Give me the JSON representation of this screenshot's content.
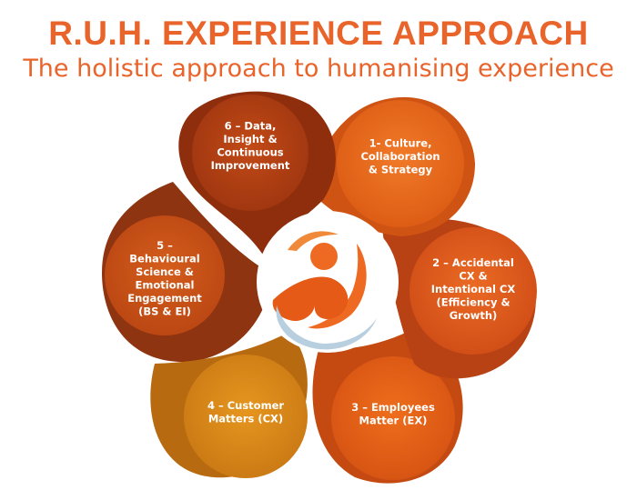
{
  "header": {
    "title": "R.U.H. EXPERIENCE APPROACH",
    "subtitle": "The holistic approach to humanising experience"
  },
  "colors": {
    "title": "#e8642a",
    "petal_6": "#b23f14",
    "petal_1": "#e8651e",
    "petal_2": "#e05a1c",
    "petal_3": "#e35f14",
    "petal_4": "#d88a1a",
    "petal_5": "#c85318",
    "logo_orange": "#ee6a22",
    "logo_blue": "#b8cfe0"
  },
  "center_logo": {
    "icon": "human-figure-logo-icon"
  },
  "petals": [
    {
      "id": "6",
      "lines": [
        "6 – Data,",
        "Insight &",
        "Continuous",
        "Improvement"
      ]
    },
    {
      "id": "1",
      "lines": [
        "1- Culture,",
        "Collaboration",
        "& Strategy"
      ]
    },
    {
      "id": "2",
      "lines": [
        "2 – Accidental",
        "CX &",
        "Intentional CX",
        "(Efficiency &",
        "Growth)"
      ]
    },
    {
      "id": "3",
      "lines": [
        "3 – Employees",
        "Matter (EX)"
      ]
    },
    {
      "id": "4",
      "lines": [
        "4 – Customer",
        "Matters (CX)"
      ]
    },
    {
      "id": "5",
      "lines": [
        "5 –",
        "Behavioural",
        "Science &",
        "Emotional",
        "Engagement",
        "(BS & EI)"
      ]
    }
  ]
}
